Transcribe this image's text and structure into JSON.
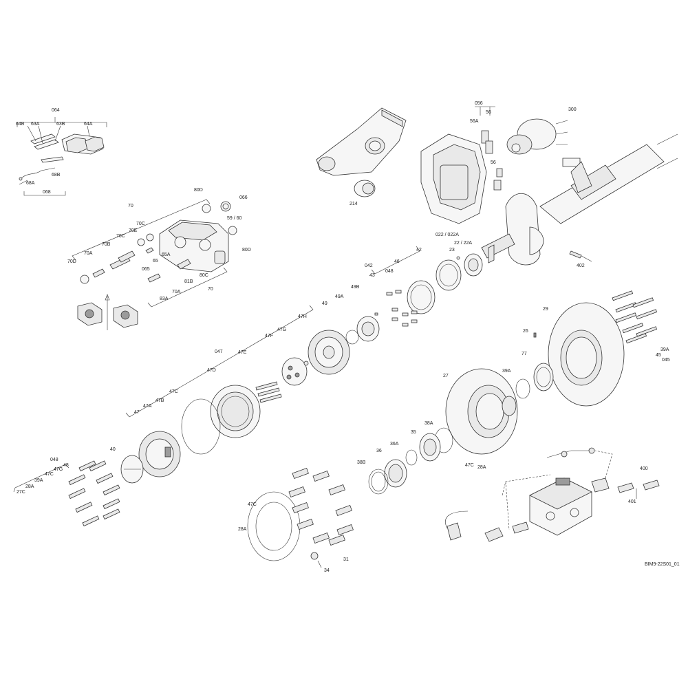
{
  "labels": {
    "l064": "064",
    "l64B": "64B",
    "l63A": "63A",
    "l63B": "63B",
    "l64A": "64A",
    "l68B": "68B",
    "l68A": "68A",
    "l068": "068",
    "l80D_top": "80D",
    "l066": "066",
    "l59_60": "59 / 60",
    "l70_top": "70",
    "l70C_a": "70C",
    "l70E": "70E",
    "l70C_b": "70C",
    "l70B": "70B",
    "l70A_a": "70A",
    "l70D": "70D",
    "l65A": "65A",
    "l65": "65",
    "l065": "065",
    "l81B": "81B",
    "l80C": "80C",
    "l80D_b": "80D",
    "l83A": "83A",
    "l70A_b": "70A",
    "l70_b": "70",
    "l214": "214",
    "l056": "056",
    "l56": "56",
    "l56A": "56A",
    "l56_b": "56",
    "l300": "300",
    "l022": "022 / 022A",
    "l22": "22 / 22A",
    "l23": "23",
    "l402": "402",
    "l042": "042",
    "l43": "43",
    "l048_a": "048",
    "l46": "46",
    "l42": "42",
    "l49A": "49A",
    "l49B": "49B",
    "l49": "49",
    "l47H": "47H",
    "l47G": "47G",
    "l47F": "47F",
    "l047": "047",
    "l47E": "47E",
    "l47D": "47D",
    "l47C_a": "47C",
    "l47A": "47A",
    "l47B": "47B",
    "l47": "47",
    "l40": "40",
    "l048_b": "048",
    "l48": "48",
    "l47G_b": "47G",
    "l47C_b": "47C",
    "l39A_b": "39A",
    "l28A_b": "28A",
    "l27C": "27C",
    "l29": "29",
    "l26": "26",
    "l39A": "39A",
    "l45": "45",
    "l045": "045",
    "l77": "77",
    "l39A_c": "39A",
    "l27": "27",
    "l38A": "38A",
    "l35": "35",
    "l36A": "36A",
    "l36": "36",
    "l38B": "38B",
    "l47C_c": "47C",
    "l28A_c": "28A",
    "l47C_d": "47C",
    "l28A_d": "28A",
    "l31": "31",
    "l34": "34",
    "l400": "400",
    "l401": "401",
    "drawing_id": "BIM9-22S01_01"
  }
}
